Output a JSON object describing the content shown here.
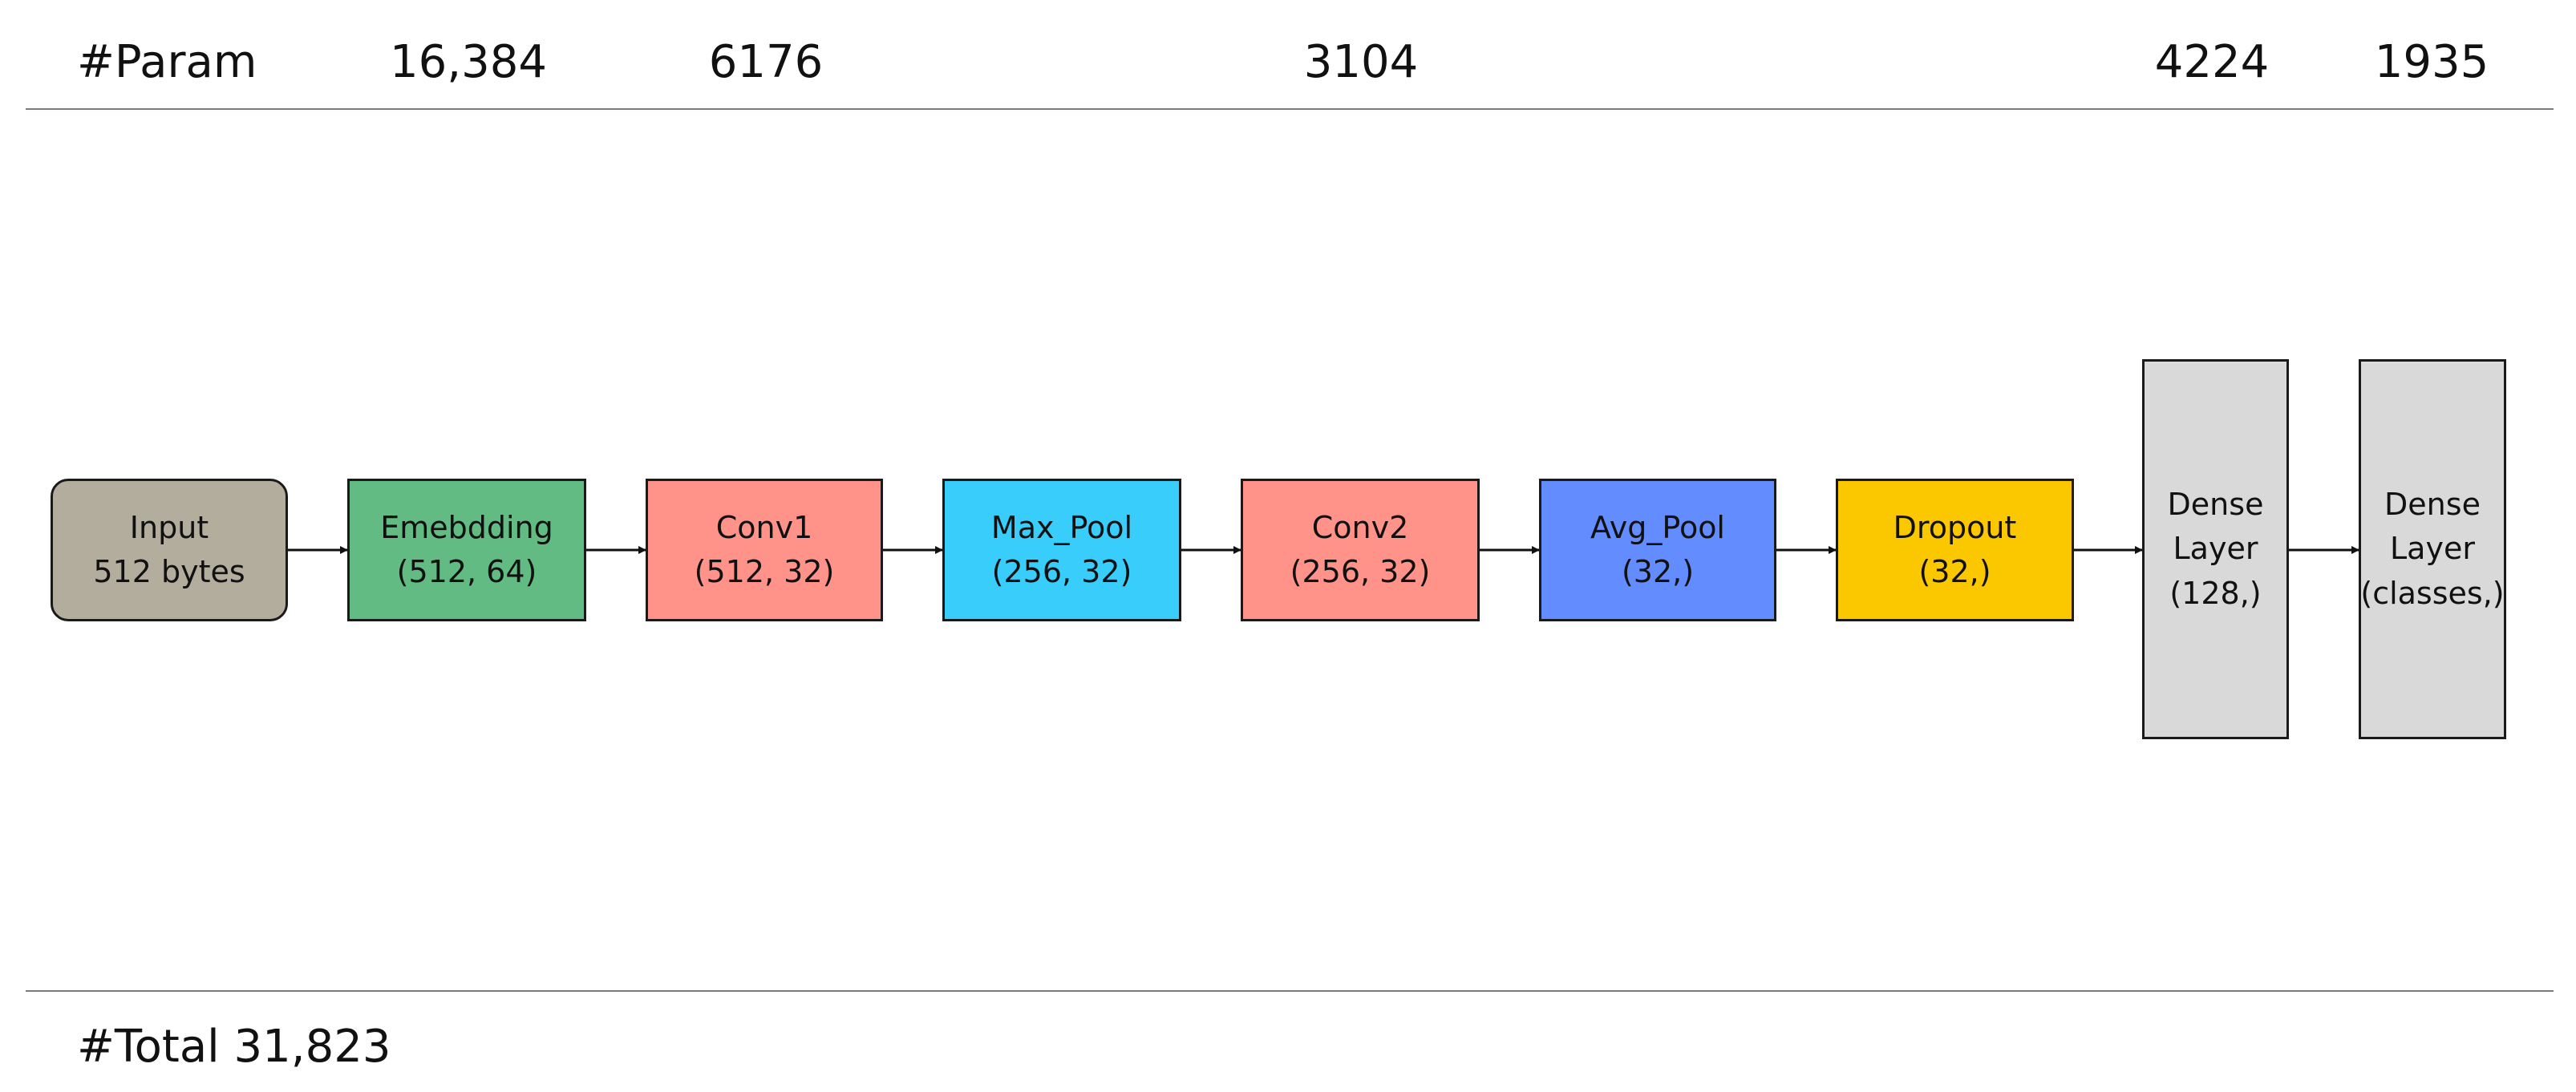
{
  "params": {
    "label": "#Param",
    "values": [
      "16,384",
      "6176",
      "3104",
      "4224",
      "1935"
    ]
  },
  "total": {
    "label": "#Total 31,823"
  },
  "nodes": [
    {
      "name": "Input",
      "lines": [
        "Input",
        "512 bytes"
      ],
      "color": "#b2ad9d"
    },
    {
      "name": "Emebdding",
      "lines": [
        "Emebdding",
        "(512, 64)"
      ],
      "color": "#61bb82"
    },
    {
      "name": "Conv1",
      "lines": [
        "Conv1",
        "(512, 32)"
      ],
      "color": "#ff938a"
    },
    {
      "name": "Max_Pool",
      "lines": [
        "Max_Pool",
        "(256, 32)"
      ],
      "color": "#38cdfb"
    },
    {
      "name": "Conv2",
      "lines": [
        "Conv2",
        "(256, 32)"
      ],
      "color": "#ff938a"
    },
    {
      "name": "Avg_Pool",
      "lines": [
        "Avg_Pool",
        "(32,)"
      ],
      "color": "#638cff"
    },
    {
      "name": "Dropout",
      "lines": [
        "Dropout",
        "(32,)"
      ],
      "color": "#fbc800"
    },
    {
      "name": "Dense Layer 1",
      "lines": [
        "Dense",
        "Layer",
        "(128,)"
      ],
      "color": "#d9d9d9"
    },
    {
      "name": "Dense Layer 2",
      "lines": [
        "Dense",
        "Layer",
        "(classes,)"
      ],
      "color": "#d9d9d9"
    }
  ]
}
